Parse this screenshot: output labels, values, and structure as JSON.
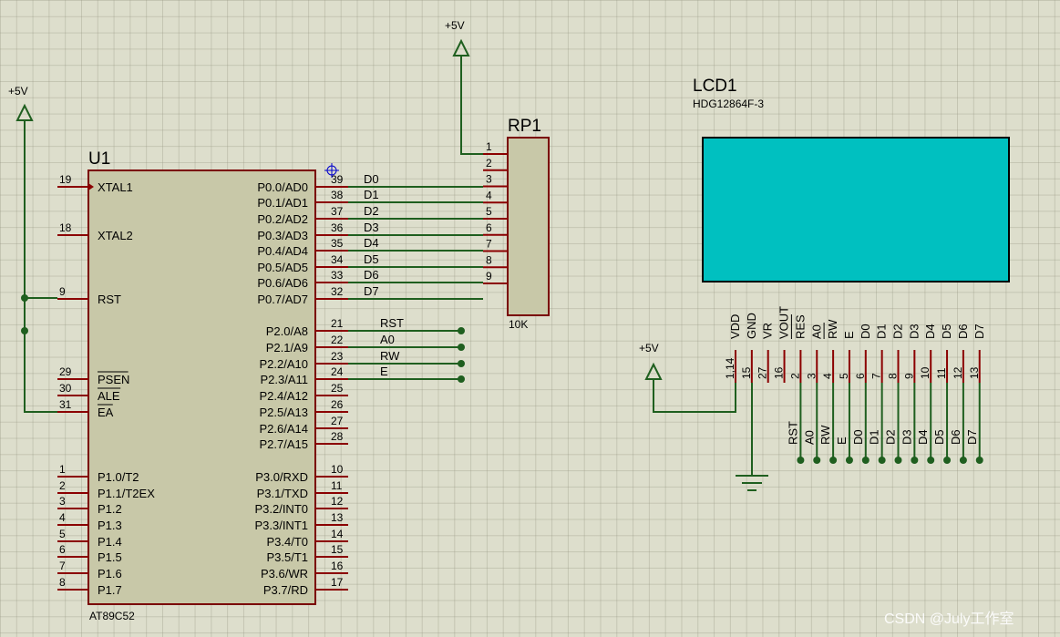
{
  "u1": {
    "ref": "U1",
    "part": "AT89C52",
    "left_pins": [
      {
        "num": "19",
        "label": "XTAL1"
      },
      {
        "num": "18",
        "label": "XTAL2"
      },
      {
        "num": "9",
        "label": "RST"
      },
      {
        "num": "29",
        "label": "PSEN"
      },
      {
        "num": "30",
        "label": "ALE"
      },
      {
        "num": "31",
        "label": "EA"
      },
      {
        "num": "1",
        "label": "P1.0/T2"
      },
      {
        "num": "2",
        "label": "P1.1/T2EX"
      },
      {
        "num": "3",
        "label": "P1.2"
      },
      {
        "num": "4",
        "label": "P1.3"
      },
      {
        "num": "5",
        "label": "P1.4"
      },
      {
        "num": "6",
        "label": "P1.5"
      },
      {
        "num": "7",
        "label": "P1.6"
      },
      {
        "num": "8",
        "label": "P1.7"
      }
    ],
    "right_pins": [
      {
        "num": "39",
        "label": "P0.0/AD0"
      },
      {
        "num": "38",
        "label": "P0.1/AD1"
      },
      {
        "num": "37",
        "label": "P0.2/AD2"
      },
      {
        "num": "36",
        "label": "P0.3/AD3"
      },
      {
        "num": "35",
        "label": "P0.4/AD4"
      },
      {
        "num": "34",
        "label": "P0.5/AD5"
      },
      {
        "num": "33",
        "label": "P0.6/AD6"
      },
      {
        "num": "32",
        "label": "P0.7/AD7"
      },
      {
        "num": "21",
        "label": "P2.0/A8"
      },
      {
        "num": "22",
        "label": "P2.1/A9"
      },
      {
        "num": "23",
        "label": "P2.2/A10"
      },
      {
        "num": "24",
        "label": "P2.3/A11"
      },
      {
        "num": "25",
        "label": "P2.4/A12"
      },
      {
        "num": "26",
        "label": "P2.5/A13"
      },
      {
        "num": "27",
        "label": "P2.6/A14"
      },
      {
        "num": "28",
        "label": "P2.7/A15"
      },
      {
        "num": "10",
        "label": "P3.0/RXD"
      },
      {
        "num": "11",
        "label": "P3.1/TXD"
      },
      {
        "num": "12",
        "label": "P3.2/INT0"
      },
      {
        "num": "13",
        "label": "P3.3/INT1"
      },
      {
        "num": "14",
        "label": "P3.4/T0"
      },
      {
        "num": "15",
        "label": "P3.5/T1"
      },
      {
        "num": "16",
        "label": "P3.6/WR"
      },
      {
        "num": "17",
        "label": "P3.7/RD"
      }
    ]
  },
  "data_nets": [
    "D0",
    "D1",
    "D2",
    "D3",
    "D4",
    "D5",
    "D6",
    "D7"
  ],
  "control_nets": [
    "RST",
    "A0",
    "RW",
    "E"
  ],
  "power_label": "+5V",
  "rp1": {
    "ref": "RP1",
    "value": "10K",
    "pins": [
      "1",
      "2",
      "3",
      "4",
      "5",
      "6",
      "7",
      "8",
      "9"
    ]
  },
  "lcd": {
    "ref": "LCD1",
    "part": "HDG12864F-3",
    "screen_color": "#00c0c0",
    "pins": [
      {
        "num": "1,14",
        "label": "VDD"
      },
      {
        "num": "15",
        "label": "GND"
      },
      {
        "num": "27",
        "label": "VR"
      },
      {
        "num": "16",
        "label": "VOUT"
      },
      {
        "num": "2",
        "label": "RES"
      },
      {
        "num": "3",
        "label": "A0"
      },
      {
        "num": "4",
        "label": "RW"
      },
      {
        "num": "5",
        "label": "E"
      },
      {
        "num": "6",
        "label": "D0"
      },
      {
        "num": "7",
        "label": "D1"
      },
      {
        "num": "8",
        "label": "D2"
      },
      {
        "num": "9",
        "label": "D3"
      },
      {
        "num": "10",
        "label": "D4"
      },
      {
        "num": "11",
        "label": "D5"
      },
      {
        "num": "12",
        "label": "D6"
      },
      {
        "num": "13",
        "label": "D7"
      }
    ],
    "bus_labels": [
      "RST",
      "A0",
      "RW",
      "E",
      "D0",
      "D1",
      "D2",
      "D3",
      "D4",
      "D5",
      "D6",
      "D7"
    ]
  },
  "watermark": "CSDN @July工作室",
  "colors": {
    "background": "#dddecc",
    "chip_fill": "#c8c8a8",
    "pin_color": "#8b0000",
    "wire_color": "#1f5f1f"
  }
}
